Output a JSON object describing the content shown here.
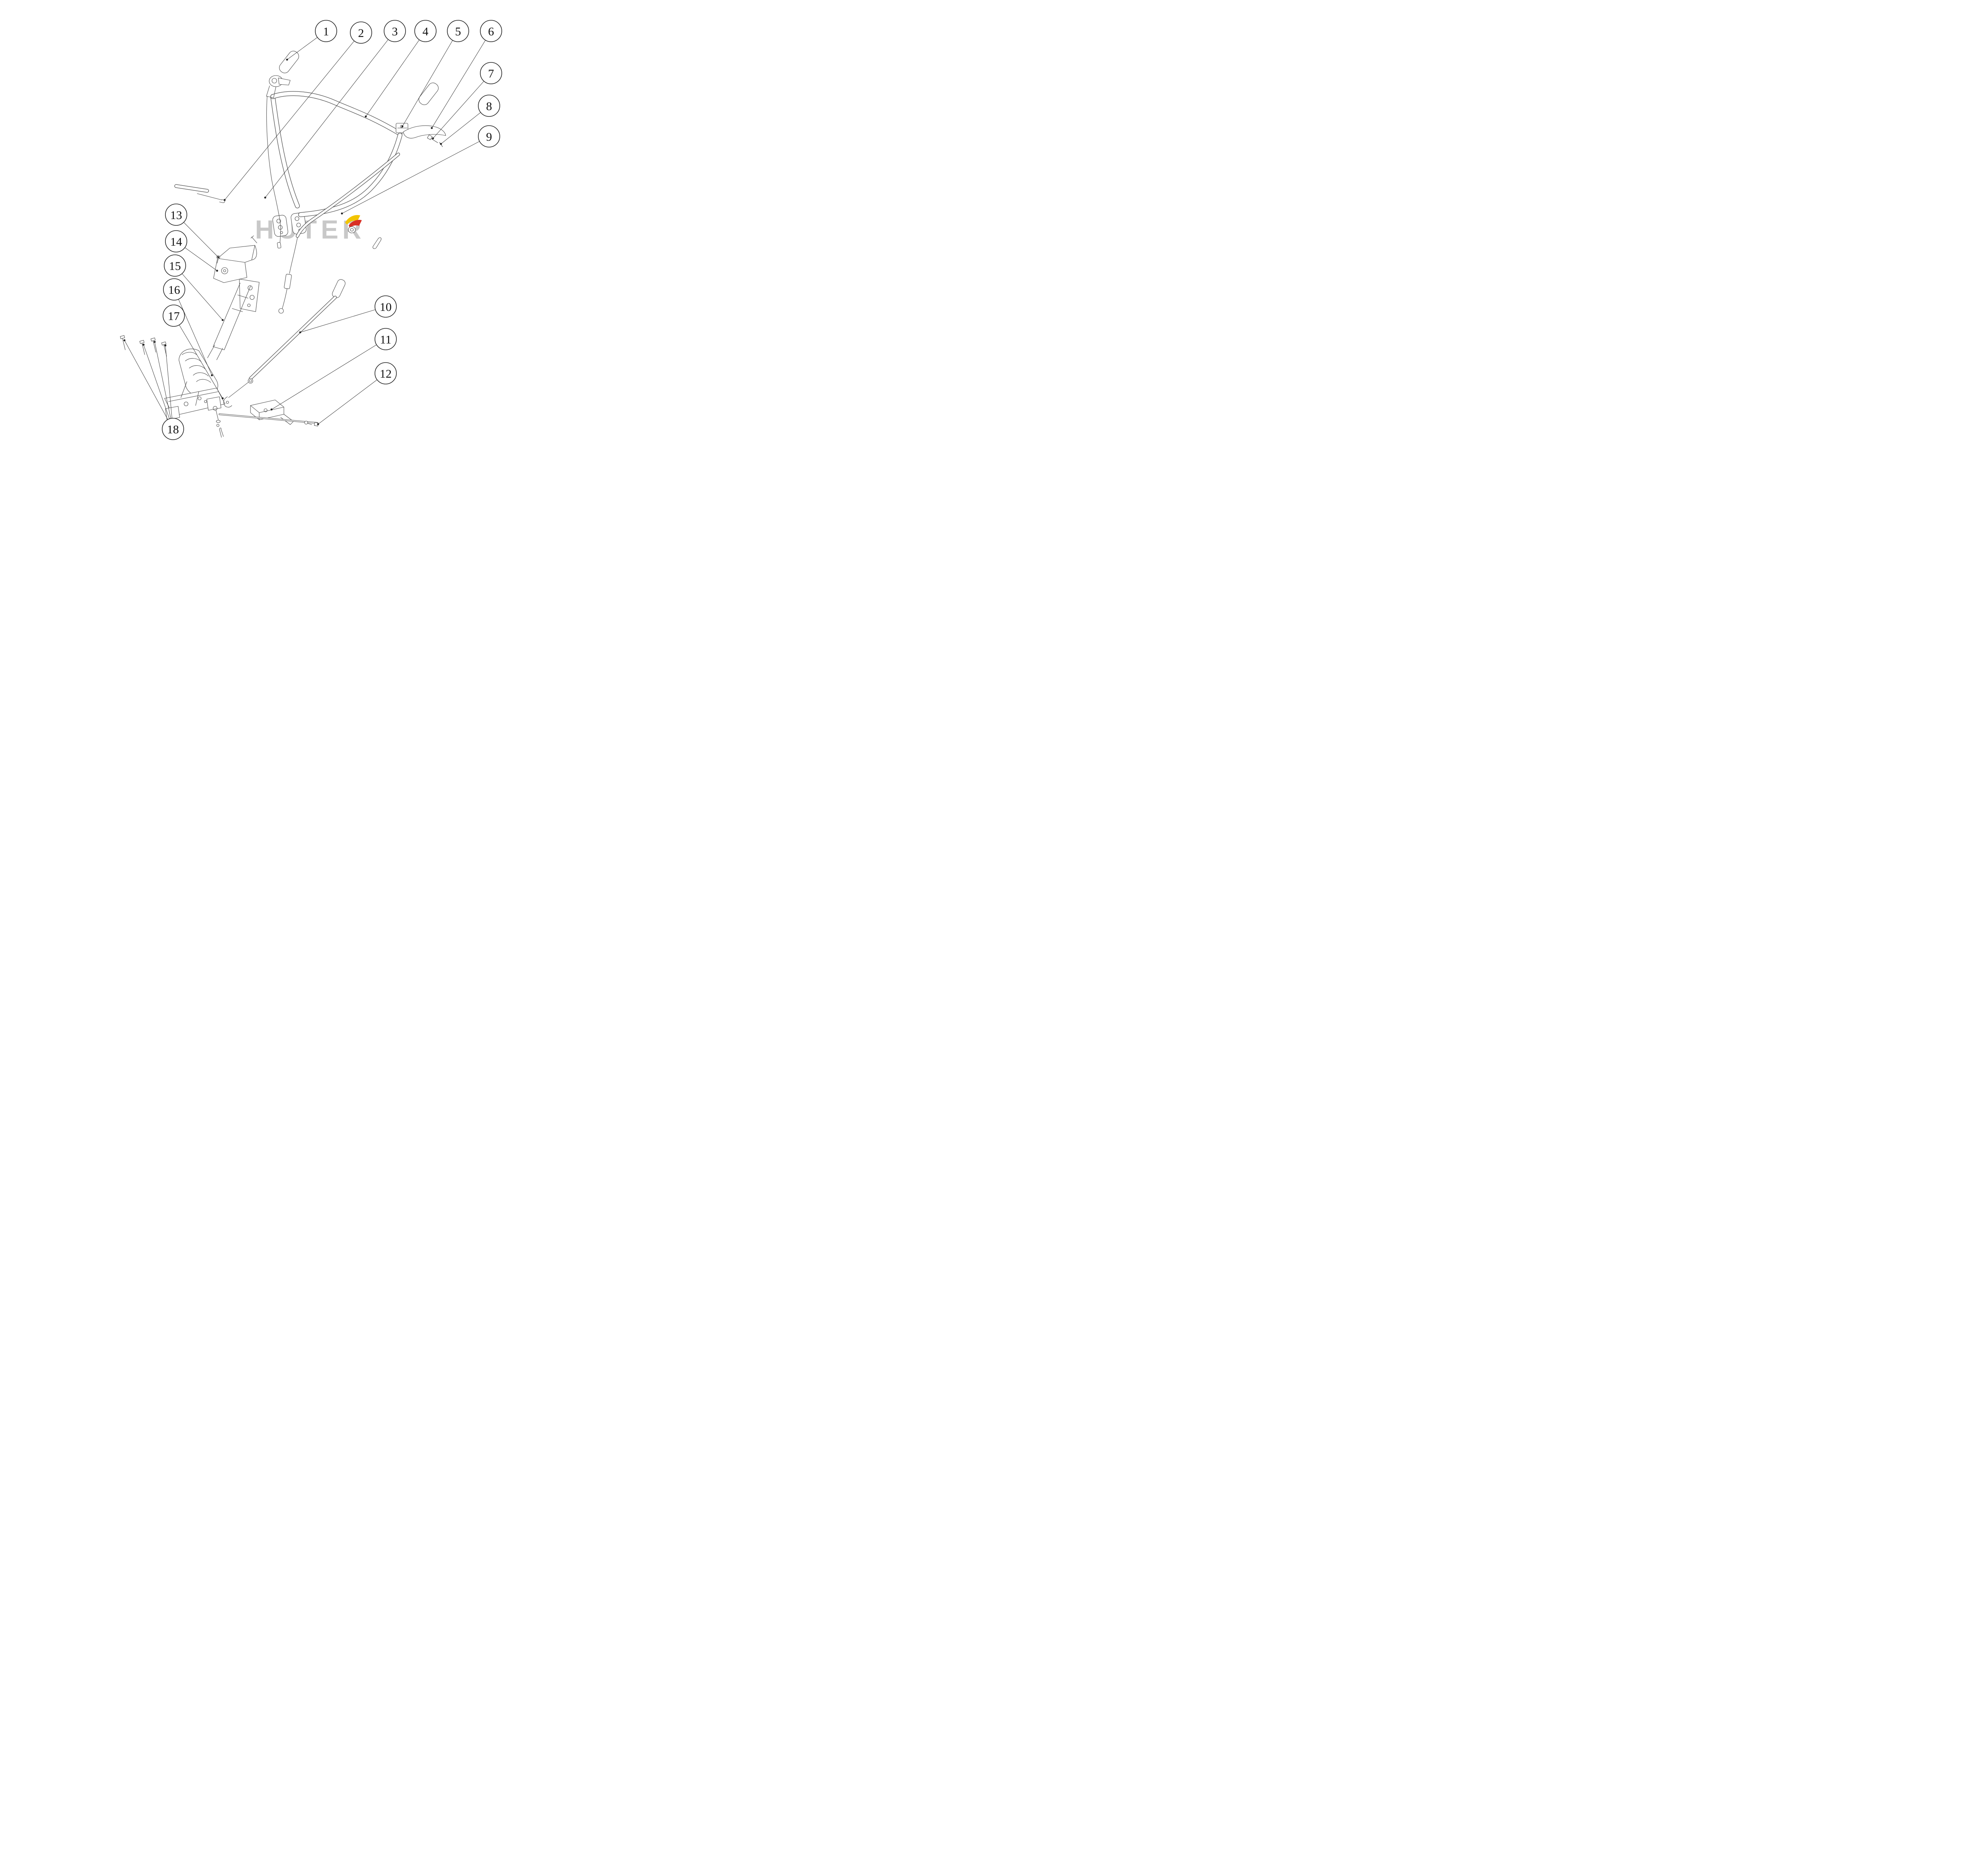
{
  "watermark": {
    "text": "HUTER",
    "accent_yellow": "#f2c400",
    "accent_red": "#d93025"
  },
  "callouts": [
    {
      "label": "1"
    },
    {
      "label": "2"
    },
    {
      "label": "3"
    },
    {
      "label": "4"
    },
    {
      "label": "5"
    },
    {
      "label": "6"
    },
    {
      "label": "7"
    },
    {
      "label": "8"
    },
    {
      "label": "9"
    },
    {
      "label": "10"
    },
    {
      "label": "11"
    },
    {
      "label": "12"
    },
    {
      "label": "13"
    },
    {
      "label": "14"
    },
    {
      "label": "15"
    },
    {
      "label": "16"
    },
    {
      "label": "17"
    },
    {
      "label": "18"
    }
  ]
}
